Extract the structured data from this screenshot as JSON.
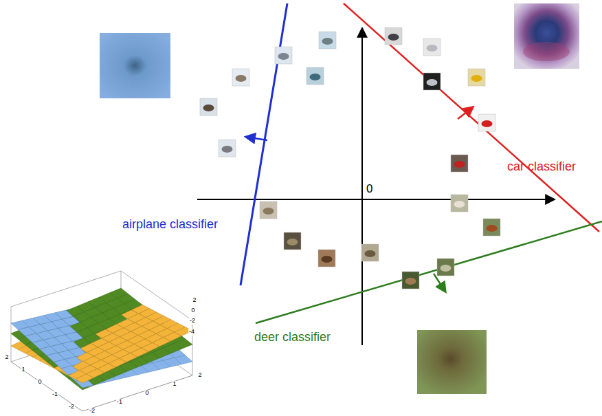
{
  "diagram": {
    "labels": [
      "airplane classifier",
      "car classifier",
      "deer classifier",
      "0",
      "2",
      "0",
      "-2",
      "-4",
      "2",
      "1",
      "0",
      "-1",
      "-2",
      "-2",
      "-1",
      "0",
      "1",
      "2"
    ]
  }
}
